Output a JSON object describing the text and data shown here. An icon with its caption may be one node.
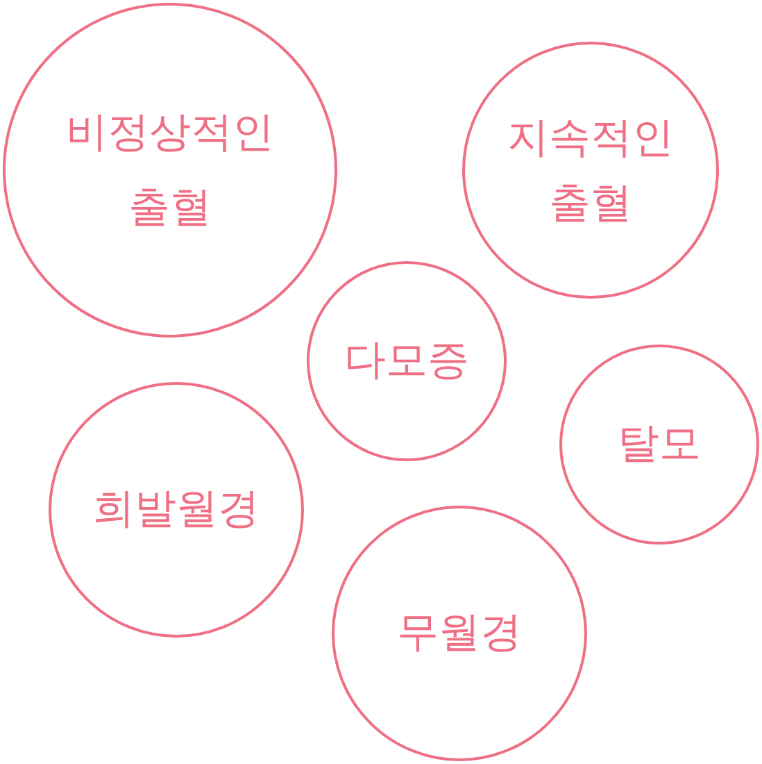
{
  "diagram": {
    "nodes": [
      {
        "text": [
          "비정상적인 출혈"
        ]
      },
      {
        "text": [
          "지속적인 출혈"
        ]
      },
      {
        "text": [
          "다모증"
        ]
      },
      {
        "text": [
          "탈모"
        ]
      },
      {
        "text": [
          "희발월경"
        ]
      },
      {
        "text": [
          "무월경"
        ]
      }
    ]
  }
}
